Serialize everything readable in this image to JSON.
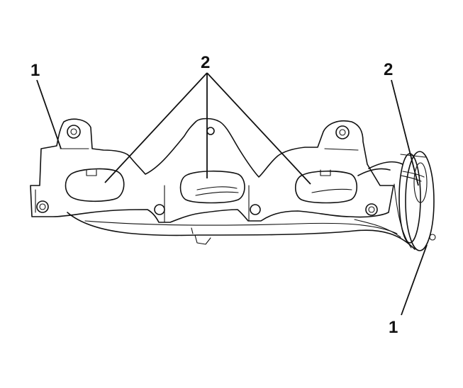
{
  "figure": {
    "callouts": {
      "left_gasket": "1",
      "center_ports": "2",
      "right_outlet": "2",
      "right_gasket": "1"
    }
  }
}
